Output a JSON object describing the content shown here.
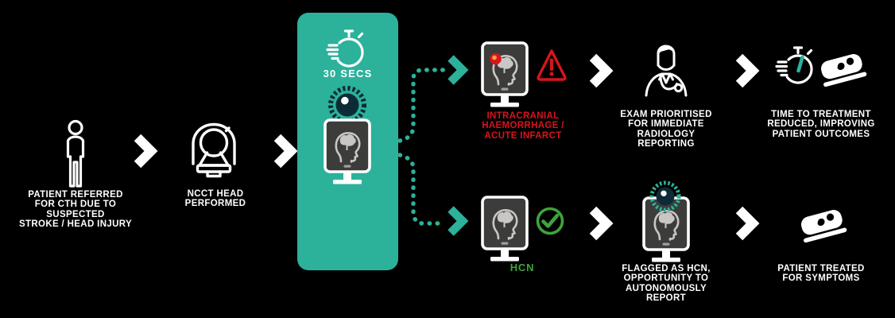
{
  "colors": {
    "background": "#000000",
    "teal_accent": "#2CB19B",
    "alert_red": "#D8141C",
    "success_green": "#3FA33C",
    "logo_navy": "#0D2B36",
    "text_white": "#FFFFFF"
  },
  "steps": {
    "patient_referred": {
      "label": "PATIENT REFERRED\nFOR CTH DUE TO\nSUSPECTED\nSTROKE / HEAD INJURY",
      "icon": "patient-icon"
    },
    "ncct": {
      "label": "NCCT HEAD\nPERFORMED",
      "icon": "ct-scanner-icon"
    },
    "ai_analysis": {
      "duration_label": "30 SECS",
      "icons": [
        "stopwatch-icon",
        "ai-logo-icon",
        "brain-scan-monitor-icon"
      ]
    },
    "top": {
      "finding_label": "INTRACRANIAL\nHAEMORRHAGE /\nACUTE INFARCT",
      "finding_icons": [
        "brain-scan-alert-monitor-icon",
        "warning-triangle-icon"
      ],
      "action_label": "EXAM PRIORITISED\nFOR IMMEDIATE\nRADIOLOGY\nREPORTING",
      "action_icon": "doctor-icon",
      "outcome_label": "TIME TO TREATMENT\nREDUCED, IMPROVING\nPATIENT OUTCOMES",
      "outcome_icons": [
        "stopwatch-icon",
        "patient-bed-icon"
      ]
    },
    "bottom": {
      "finding_label": "HCN",
      "finding_icons": [
        "brain-scan-monitor-icon",
        "check-circle-icon"
      ],
      "action_label": "FLAGGED AS HCN,\nOPPORTUNITY TO\nAUTONOMOUSLY\nREPORT",
      "action_icon": "brain-scan-ai-monitor-icon",
      "outcome_label": "PATIENT TREATED\nFOR SYMPTOMS",
      "outcome_icon": "patient-bed-icon"
    }
  }
}
